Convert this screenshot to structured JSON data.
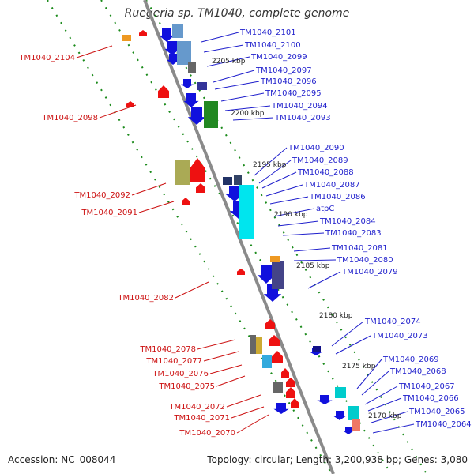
{
  "title": "Ruegeria sp. TM1040, complete genome",
  "accession": "Accession: NC_008044",
  "topology": "Topology: circular; Length: 3,200,938 bp; Genes: 3,080",
  "colors": {
    "forward_label": "#1f1fcc",
    "reverse_label": "#cc1111",
    "backbone": "#8a8a8a",
    "ticks": "#1a8a1a"
  },
  "kbp_markers": [
    "2205 kbp",
    "2200 kbp",
    "2195 kbp",
    "2190 kbp",
    "2185 kbp",
    "2180 kbp",
    "2175 kbp",
    "2170 kbp"
  ],
  "forward_genes": [
    "TM1040_2101",
    "TM1040_2100",
    "TM1040_2099",
    "TM1040_2097",
    "TM1040_2096",
    "TM1040_2095",
    "TM1040_2094",
    "TM1040_2093",
    "TM1040_2090",
    "TM1040_2089",
    "TM1040_2088",
    "TM1040_2087",
    "TM1040_2086",
    "atpC",
    "TM1040_2084",
    "TM1040_2083",
    "TM1040_2081",
    "TM1040_2080",
    "TM1040_2079",
    "TM1040_2074",
    "TM1040_2073",
    "TM1040_2069",
    "TM1040_2068",
    "TM1040_2067",
    "TM1040_2066",
    "TM1040_2065",
    "TM1040_2064"
  ],
  "reverse_genes": [
    "TM1040_2104",
    "TM1040_2098",
    "TM1040_2092",
    "TM1040_2091",
    "TM1040_2082",
    "TM1040_2078",
    "TM1040_2077",
    "TM1040_2076",
    "TM1040_2075",
    "TM1040_2072",
    "TM1040_2071",
    "TM1040_2070"
  ]
}
